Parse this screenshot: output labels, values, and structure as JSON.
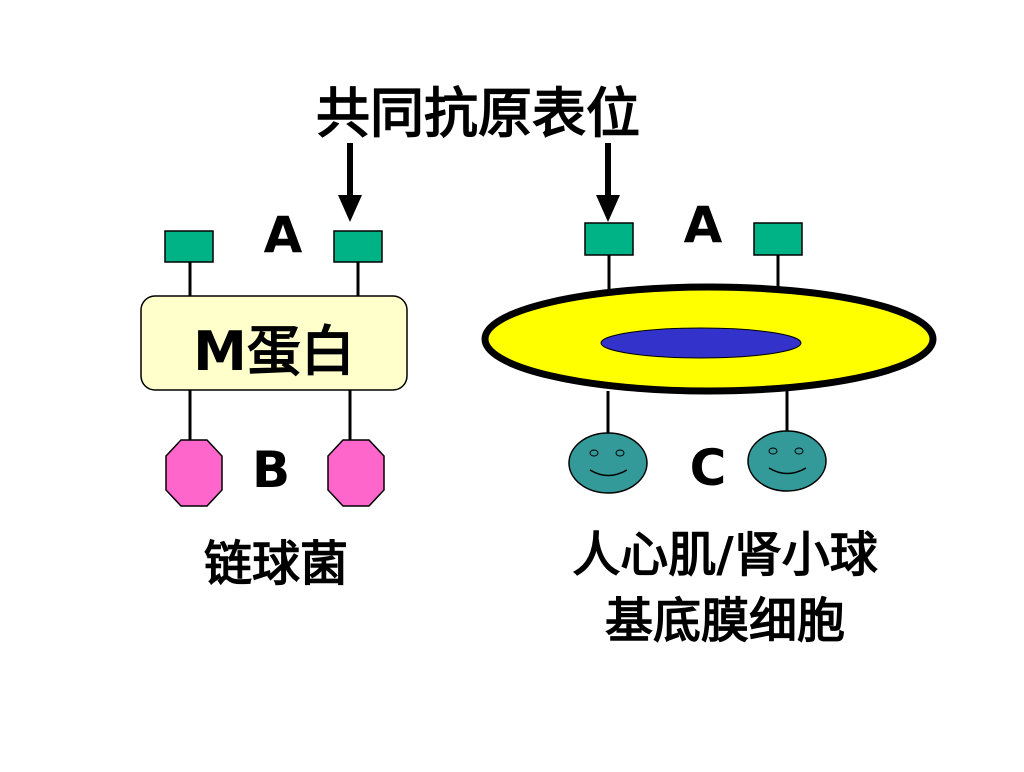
{
  "title": "共同抗原表位",
  "left": {
    "epitope_label": "A",
    "protein_label": "M蛋白",
    "lower_label": "B",
    "caption": "链球菌"
  },
  "right": {
    "epitope_label": "A",
    "lower_label": "C",
    "caption_line1": "人心肌/肾小球",
    "caption_line2": "基底膜细胞"
  },
  "colors": {
    "epitope": "#00b386",
    "protein_box": "#ffffcc",
    "octagon": "#ff66cc",
    "cell_outer": "#ffff00",
    "cell_nucleus": "#3333cc",
    "smiley": "#339999"
  }
}
